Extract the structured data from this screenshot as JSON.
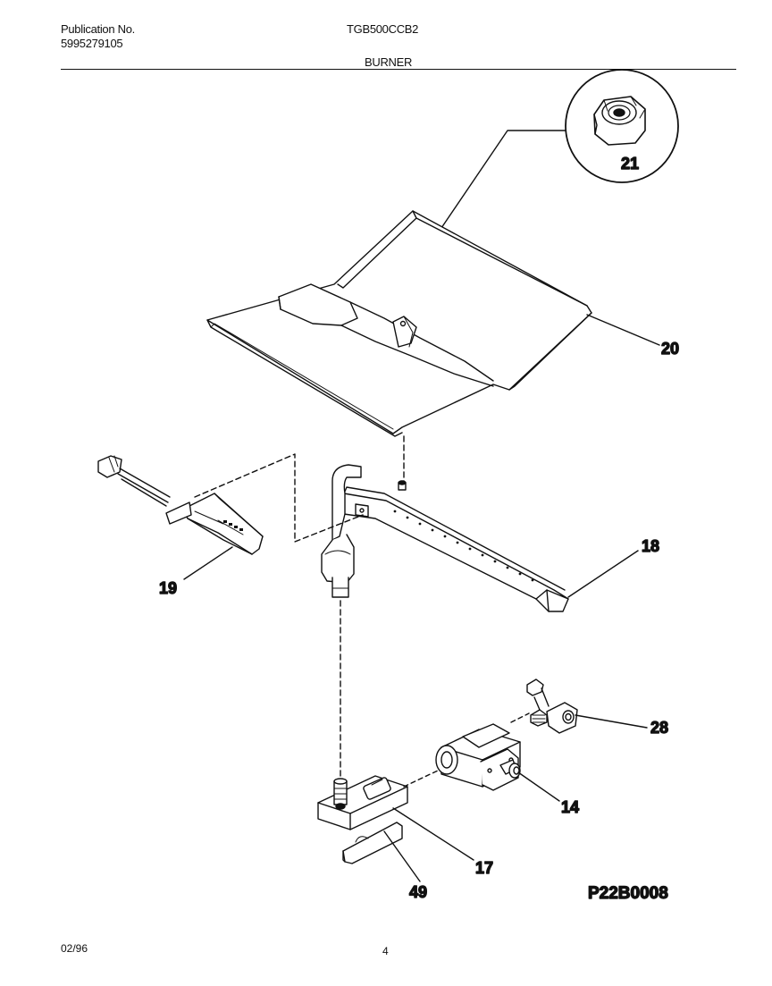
{
  "header": {
    "publication_label": "Publication No.",
    "publication_number": "5995279105",
    "model": "TGB500CCB2",
    "section": "BURNER"
  },
  "callouts": {
    "nut": "21",
    "baffle": "20",
    "igniter": "19",
    "burner_tube": "18",
    "orifice_fitting": "28",
    "valve": "14",
    "orifice_holder": "17",
    "bracket": "49"
  },
  "diagram_code": "P22B0008",
  "footer": {
    "date": "02/96",
    "page": "4"
  }
}
